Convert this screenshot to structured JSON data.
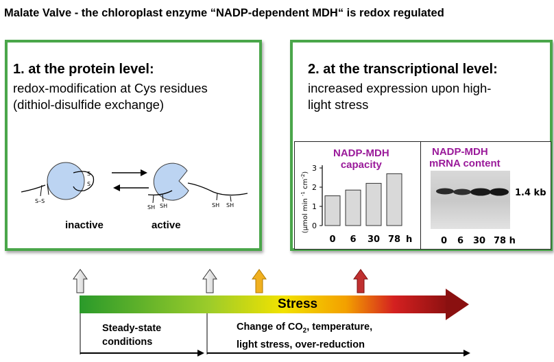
{
  "title": "Malate Valve - the chloroplast enzyme “NADP-dependent MDH“ is redox regulated",
  "panel1": {
    "heading": "1.  at the protein level:",
    "line1": "redox-modification at Cys residues",
    "line2": "(dithiol-disulfide exchange)",
    "inactive_label": "inactive",
    "active_label": "active",
    "ss_label": "S–S",
    "s_label": "S",
    "sh_label": "SH"
  },
  "panel2": {
    "heading": "2. at the transcriptional level:",
    "line1": "increased expression upon high-",
    "line2": "light stress",
    "capacity_title1": "NADP-MDH",
    "capacity_title2": "capacity",
    "mrna_title1": "NADP-MDH",
    "mrna_title2": "mRNA content",
    "blot_band_label": "1.4 kb",
    "blot_ticks": [
      "0",
      "6",
      "30",
      "78 h"
    ]
  },
  "chart_data": {
    "type": "bar",
    "categories": [
      "0",
      "6",
      "30",
      "78"
    ],
    "x_unit_label": "h",
    "values": [
      1.55,
      1.85,
      2.2,
      2.7
    ],
    "ylabel": "(µmol min -1 cm-2)",
    "yticks": [
      "0",
      "1",
      "2",
      "3"
    ],
    "ylim": [
      0,
      3
    ],
    "bar_color": "#d9d9d9"
  },
  "timeline": {
    "stress_label": "Stress",
    "steady_line1": "Steady-state",
    "steady_line2": "conditions",
    "change_line1_pre": "Change of CO",
    "change_sub": "2",
    "change_line1_post": ", temperature,",
    "change_line2": "light stress, over-reduction"
  },
  "colors": {
    "panel_border": "#4aa64a",
    "enzyme": "#bcd4f2",
    "title_purple": "#9a1a9a",
    "arrow_yellow": "#f0b020",
    "arrow_red": "#c03030"
  }
}
